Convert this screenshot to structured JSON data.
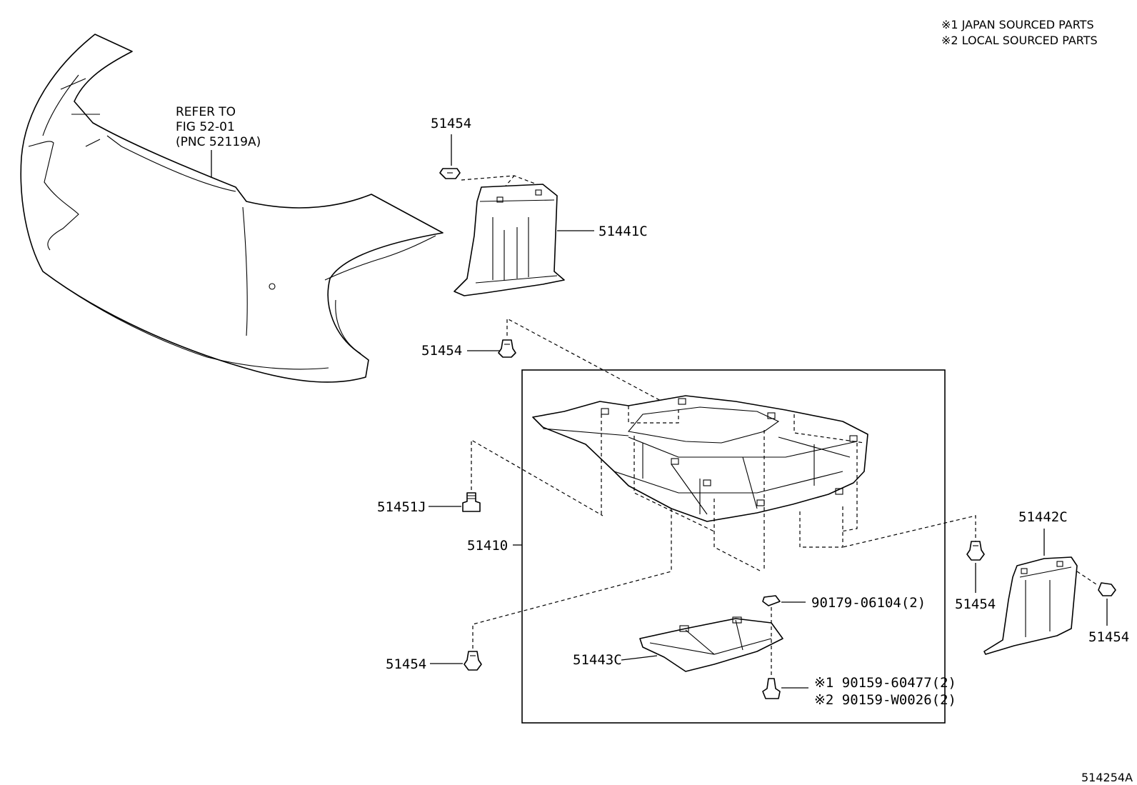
{
  "notes": {
    "line1": "※1 JAPAN SOURCED PARTS",
    "line2": "※2 LOCAL SOURCED PARTS"
  },
  "refer": {
    "line1": "REFER TO",
    "line2": "FIG 52-01",
    "line3": "(PNC 52119A)"
  },
  "callouts": {
    "clip_top": "51454",
    "shield_left": "51441C",
    "clip_mid_left": "51454",
    "bolt": "51451J",
    "cover_assembly": "51410",
    "clip_bottom_left": "51454",
    "cover_lower": "51443C",
    "nut": "90179-06104(2)",
    "screw_japan": "※1 90159-60477(2)",
    "screw_local": "※2 90159-W0026(2)",
    "shield_right": "51442C",
    "clip_right_a": "51454",
    "clip_right_b": "51454"
  },
  "figure_id": "514254A"
}
